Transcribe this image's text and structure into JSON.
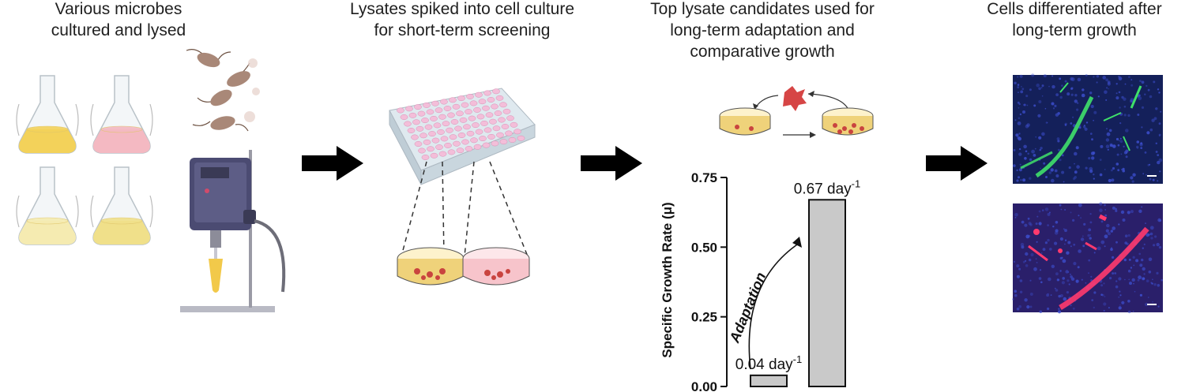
{
  "steps": [
    {
      "caption": "Various microbes\ncultured and lysed"
    },
    {
      "caption": "Lysates spiked into cell culture\nfor short-term screening"
    },
    {
      "caption": "Top lysate candidates used for\nlong-term adaptation and\ncomparative growth"
    },
    {
      "caption": "Cells differentiated after\nlong-term growth"
    }
  ],
  "flasks": [
    {
      "liquid_color": "#f3d25a"
    },
    {
      "liquid_color": "#f4b9c2"
    },
    {
      "liquid_color": "#f5ebb1"
    },
    {
      "liquid_color": "#f0e08a"
    }
  ],
  "icons": {
    "microbes": "bacteria-icon",
    "sonicator": "sonicator-icon",
    "well_plate": "well-plate-icon",
    "dish": "petri-dish-icon",
    "cell": "cell-icon"
  },
  "chart_data": {
    "type": "bar",
    "categories": [
      "",
      ""
    ],
    "values": [
      0.04,
      0.67
    ],
    "data_labels": [
      "0.04 day",
      "0.67 day"
    ],
    "label_superscript": "-1",
    "ylabel": "Specific Growth Rate (μ)",
    "ylim": [
      0,
      0.75
    ],
    "yticks": [
      "0.00",
      "0.25",
      "0.50",
      "0.75"
    ],
    "ytick_values": [
      0,
      0.25,
      0.5,
      0.75
    ],
    "annotation": "Adaptation",
    "bar_color": "#c9c9c9"
  },
  "micrographs": [
    {
      "stain_color": "#3fe06a",
      "background": "#14205a"
    },
    {
      "stain_color": "#ff3a6e",
      "background": "#2a1f6a"
    }
  ]
}
